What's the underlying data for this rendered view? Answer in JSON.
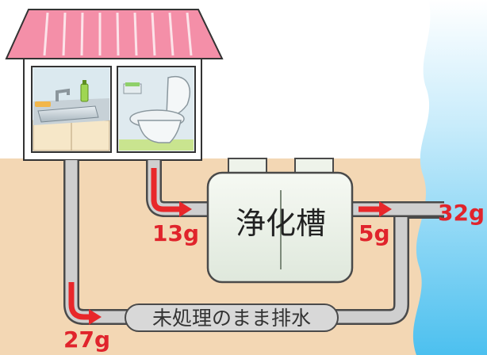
{
  "diagram": {
    "tank_label": "浄化槽",
    "untreated_label": "未処理のまま排水",
    "values": {
      "toilet_inflow": "13g",
      "tank_outflow": "5g",
      "kitchen_untreated": "27g",
      "total_to_river": "32g"
    }
  },
  "colors": {
    "roof": "#f48fa8",
    "ground": "#f3d7b4",
    "water": "#8fd3f2",
    "pipe": "#c2c2c2",
    "arrow": "#e8272a",
    "value_text": "#e0242c",
    "tank": "#eef3ea"
  }
}
